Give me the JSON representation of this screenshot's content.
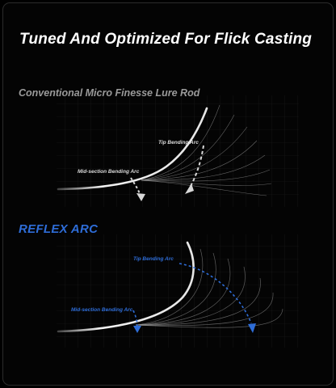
{
  "headline": "Tuned And Optimized For Flick Casting",
  "conventional": {
    "title": "Conventional Micro Finesse Lure Rod",
    "tip_label": "Tip Bending Arc",
    "mid_label": "Mid-section Bending Arc"
  },
  "reflex": {
    "title": "REFLEX ARC",
    "tip_label": "Tip Bending Arc",
    "mid_label": "Mid-section Bending Arc"
  },
  "colors": {
    "background": "#000000",
    "headline": "#ffffff",
    "conventional_title": "#9a9a9a",
    "reflex_title": "#2e6dd8",
    "conventional_arrow": "#d8d8d8",
    "reflex_arrow": "#2e6dd8"
  }
}
